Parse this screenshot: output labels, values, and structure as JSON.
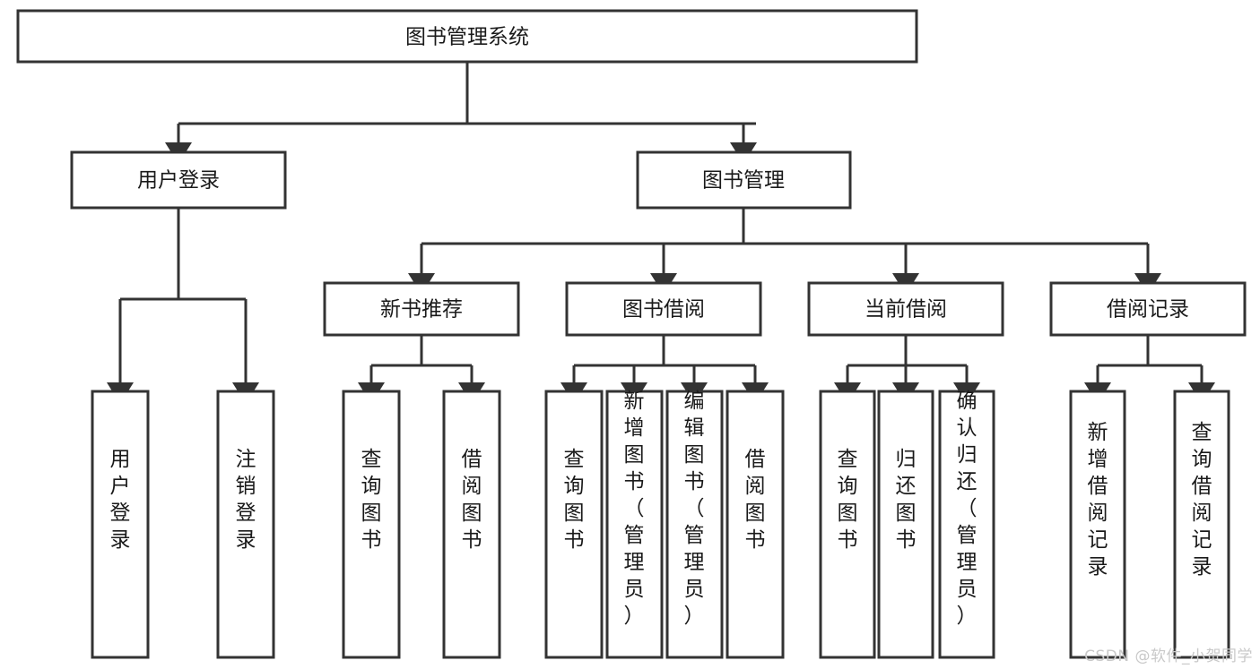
{
  "diagram": {
    "title": "图书管理系统",
    "type": "tree",
    "watermark": "CSDN @软件_小贺同学",
    "colors": {
      "box_stroke": "#333333",
      "box_fill": "#ffffff",
      "text": "#1a1a1a",
      "background": "#ffffff",
      "watermark": "#c9c9c9"
    },
    "root": {
      "label": "图书管理系统"
    },
    "level1": [
      {
        "label": "用户登录"
      },
      {
        "label": "图书管理"
      }
    ],
    "level2": [
      {
        "label": "新书推荐"
      },
      {
        "label": "图书借阅"
      },
      {
        "label": "当前借阅"
      },
      {
        "label": "借阅记录"
      }
    ],
    "leaves": {
      "user_login": [
        {
          "label": "用户登录"
        },
        {
          "label": "注销登录"
        }
      ],
      "new_book_recommend": [
        {
          "label": "查询图书"
        },
        {
          "label": "借阅图书"
        }
      ],
      "book_borrow": [
        {
          "label": "查询图书"
        },
        {
          "label": "新增图书（管理员）"
        },
        {
          "label": "编辑图书（管理员）"
        },
        {
          "label": "借阅图书"
        }
      ],
      "current_borrow": [
        {
          "label": "查询图书"
        },
        {
          "label": "归还图书"
        },
        {
          "label": "确认归还（管理员）"
        }
      ],
      "borrow_record": [
        {
          "label": "新增借阅记录"
        },
        {
          "label": "查询借阅记录"
        }
      ]
    }
  }
}
